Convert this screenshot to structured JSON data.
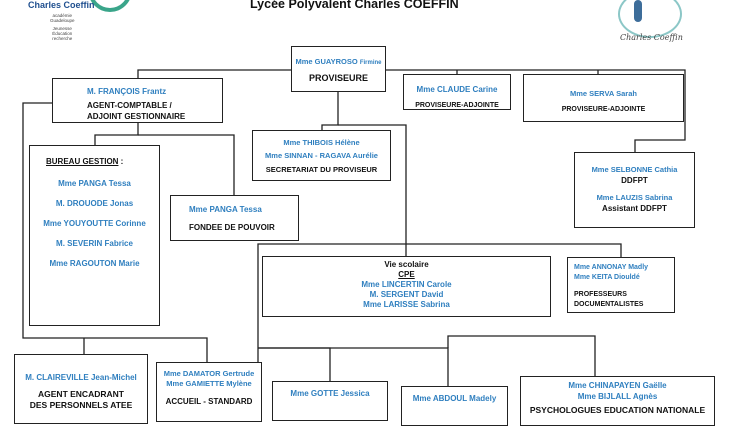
{
  "title": "Lycée Polyvalent Charles COEFFIN",
  "logo_left": {
    "name": "Charles Coeffin",
    "lines": [
      "académie",
      "Guadeloupe",
      "Jeunesse",
      "Éducation",
      "recherche"
    ]
  },
  "logo_right": {
    "name": "Charles Coeffin"
  },
  "colors": {
    "name": "#2f7fbf",
    "role": "#111111",
    "border": "#222222"
  },
  "boxes": {
    "proviseur": {
      "name": "Mme GUAYROSO",
      "firstname": "Firmine",
      "role": "PROVISEURE"
    },
    "francois": {
      "name": "M. FRANÇOIS Frantz",
      "role1": "AGENT-COMPTABLE /",
      "role2": "ADJOINT GESTIONNAIRE"
    },
    "claude": {
      "name": "Mme CLAUDE Carine",
      "role": "PROVISEURE-ADJOINTE"
    },
    "serva": {
      "name": "Mme SERVA Sarah",
      "role": "PROVISEURE-ADJOINTE"
    },
    "secretariat": {
      "names": [
        "Mme THIBOIS Hélène",
        "Mme SINNAN - RAGAVA Aurélie"
      ],
      "role": "SECRETARIAT DU PROVISEUR"
    },
    "bureau": {
      "title": "BUREAU GESTION",
      "suffix": " :",
      "names": [
        "Mme PANGA Tessa",
        "M. DROUODE Jonas",
        "Mme YOUYOUTTE Corinne",
        "M. SEVERIN Fabrice",
        "Mme RAGOUTON Marie"
      ]
    },
    "fondee": {
      "name": "Mme PANGA Tessa",
      "role": "FONDEE DE POUVOIR"
    },
    "ddfpt": {
      "name1": "Mme SELBONNE Cathia",
      "role1": "DDFPT",
      "name2": "Mme LAUZIS Sabrina",
      "role2": "Assistant DDFPT"
    },
    "vie": {
      "title": "Vie scolaire",
      "sub": "CPE",
      "names": [
        "Mme LINCERTIN Carole",
        "M. SERGENT David",
        "Mme LARISSE Sabrina"
      ]
    },
    "doc": {
      "names": [
        "Mme ANNONAY Madly",
        "Mme KEITA Diouldé"
      ],
      "role1": "PROFESSEURS",
      "role2": "DOCUMENTALISTES"
    },
    "claireville": {
      "name": "M. CLAIREVILLE Jean-Michel",
      "role1": "AGENT ENCADRANT",
      "role2": "DES PERSONNELS ATEE"
    },
    "accueil": {
      "names": [
        "Mme DAMATOR Gertrude",
        "Mme GAMIETTE Mylène"
      ],
      "role": "ACCUEIL - STANDARD"
    },
    "gotte": {
      "name": "Mme GOTTE Jessica"
    },
    "abdoul": {
      "name": "Mme ABDOUL Madely"
    },
    "psy": {
      "names": [
        "Mme CHINAPAYEN Gaëlle",
        "Mme BIJLALL Agnès"
      ],
      "role": "PSYCHOLOGUES EDUCATION NATIONALE"
    }
  }
}
